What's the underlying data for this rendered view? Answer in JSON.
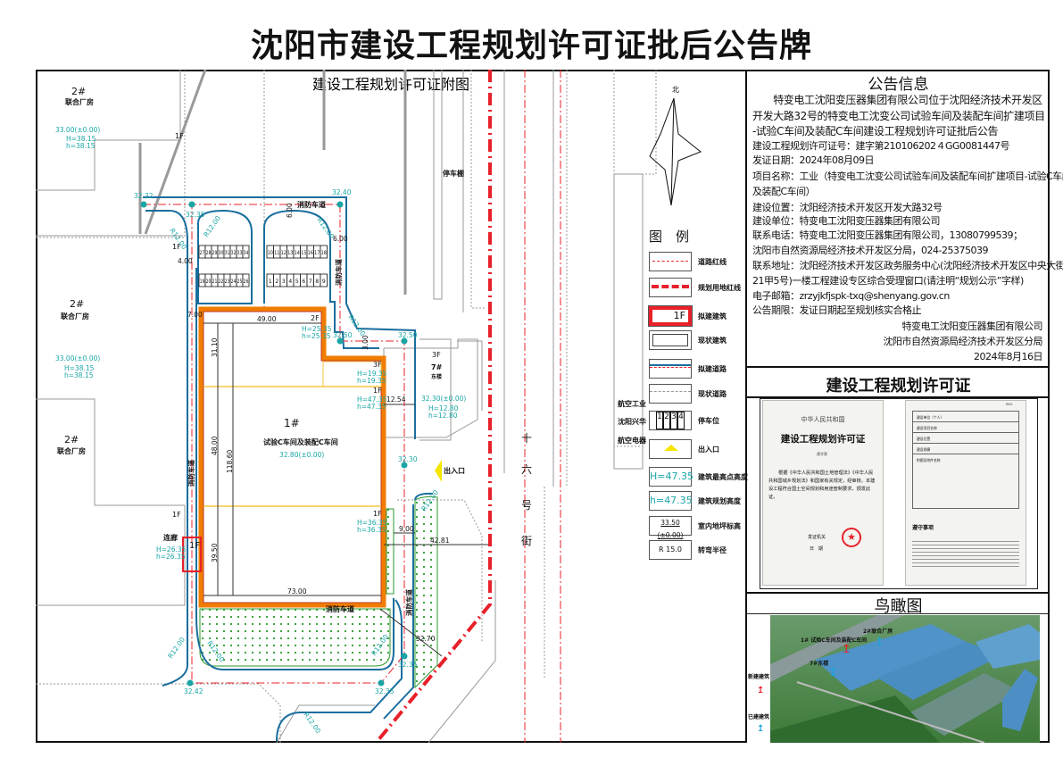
{
  "title": "沈阳市建设工程规划许可证批后公告牌",
  "map": {
    "title": "建设工程规划许可证附图",
    "labels": {
      "b2_a": "2#",
      "b2_a_name": "联合厂房",
      "b2_a_elev": "33.00(±0.00)",
      "b2_a_H": "H=38.15",
      "b2_a_h": "h=38.15",
      "b2_b": "2#",
      "b2_b_name": "联合厂房",
      "b2_b_elev": "33.00(±0.00)",
      "b2_b_H": "H=38.15",
      "b2_b_h": "h=38.15",
      "b2_c": "2#",
      "b2_c_name": "联合厂房",
      "f1a": "1F",
      "f1b": "1F",
      "f1c": "1F",
      "fire_top": "消防车道",
      "fire_right": "消防车道",
      "fire_left": "消防车道",
      "fire_bottom": "消防车道",
      "fire_br": "消防车道",
      "b1": "1#",
      "b1_name": "试验C车间及装配C车间",
      "b1_elev": "32.80(±0.00)",
      "f2": "2F",
      "f2_H": "H=25.35",
      "f2_h": "h=25.35",
      "f3": "3F",
      "f3_H": "H=19.35",
      "f3_h": "h=19.35",
      "f1_H1": "H=47.35",
      "f1_h1": "h=47.35",
      "f1_1": "1F",
      "f1_H2": "H=36.35",
      "f1_h2": "h=36.35",
      "f1_2": "1F",
      "corridor": "连廊",
      "corr_H": "H=26.35",
      "corr_h": "h=26.35",
      "corr_f": "1F",
      "b7": "7#",
      "b7_name": "东楼",
      "b7_f": "3F",
      "b7_elev": "32.30(±0.00)",
      "b7_H": "H=12.80",
      "b7_h": "h=12.80",
      "d49": "49.00",
      "d73": "73.00",
      "d31": "31.10",
      "d48": "48.00",
      "d118": "118.60",
      "d39": "39.50",
      "d12": "12.54",
      "d9": "9.00",
      "d42": "42.81",
      "d6a": "6.00",
      "d6b": "6.00",
      "d4": "4.00",
      "d7": "7.00",
      "d3": "3.00",
      "d32": "32.70",
      "e1": "32.32",
      "e2": "32.35",
      "e3": "32.40",
      "e4": "32.50",
      "e5": "32.50",
      "e6": "32.30",
      "e7": "32.35",
      "e8": "32.42",
      "e9": "32.35",
      "r1": "R12.00",
      "r2": "R12.00",
      "r3": "R12.00",
      "r4": "R12.00",
      "r5": "R12.00",
      "r6": "R12.00",
      "r7": "R12.00",
      "r8": "R12.00",
      "r9": "R12.00",
      "entrance": "出入口",
      "shed": "停车棚",
      "street": [
        "十",
        "六",
        "号",
        "街"
      ],
      "neighbor": [
        "航空工业",
        "沈阳兴华",
        "航空电器"
      ],
      "compass": "北"
    },
    "parking_top_left": [
      "27",
      "28",
      "29",
      "30",
      "31",
      "32",
      "33",
      "34"
    ],
    "parking_bot_left": [
      "19",
      "20",
      "21",
      "22",
      "23",
      "24",
      "25",
      "26"
    ],
    "parking_top_right": [
      "10",
      "11",
      "12",
      "13",
      "14",
      "15",
      "16",
      "17",
      "18"
    ],
    "parking_bot_right": [
      "1",
      "2",
      "3",
      "4",
      "5",
      "6",
      "7",
      "8",
      "9"
    ]
  },
  "legend": {
    "title": "图　例",
    "items": [
      {
        "label": "道路红线"
      },
      {
        "label": "规划用地红线"
      },
      {
        "label": "拟建建筑",
        "sample": "1F"
      },
      {
        "label": "现状建筑"
      },
      {
        "label": "拟建道路"
      },
      {
        "label": "现状道路"
      },
      {
        "label": "停车位",
        "sample": [
          "1",
          "2",
          "3",
          "4"
        ]
      },
      {
        "label": "出入口"
      },
      {
        "label": "建筑最高点高度",
        "sample": "H=47.35"
      },
      {
        "label": "建筑规划高度",
        "sample": "h=47.35"
      },
      {
        "label": "室内地坪标高",
        "sample": "33.50 (±0.00)"
      },
      {
        "label": "转弯半径",
        "sample": "R 15.0"
      }
    ]
  },
  "notice": {
    "title": "公告信息",
    "para": [
      "　　特变电工沈阳变压器集团有限公司位于沈阳经济技术开发区",
      "开发大路32号的特变电工沈变公司试验车间及装配车间扩建项目",
      "-试验C车间及装配C车间建设工程规划许可证批后公告"
    ],
    "lines": [
      "建设工程规划许可证号：建字第210106202４GG0081447号",
      "发证日期：2024年08月09日",
      "项目名称：工业（特变电工沈变公司试验车间及装配车间扩建项目-试验C车间",
      "及装配C车间）",
      "建设位置：沈阳经济技术开发区开发大路32号",
      "建设单位：特变电工沈阳变压器集团有限公司",
      "联系电话：特变电工沈阳变压器集团有限公司，13080799539；",
      "沈阳市自然资源局经济技术开发区分局，024-25375039",
      "联系地址：沈阳经济技术开发区政务服务中心(沈阳经济技术开发区中央大街",
      "21甲5号)一楼工程建设专区综合受理窗口(请注明“规划公示”字样)",
      "电子邮箱：zrzyjkfjspk-txq@shenyang.gov.cn",
      "公告期限：发证日期起至规划核实合格止"
    ],
    "sign1": "特变电工沈阳变压器集团有限公司",
    "sign2": "沈阳市自然资源局经济技术开发区分局",
    "date": "2024年8月16日"
  },
  "permit": {
    "title": "建设工程规划许可证",
    "left": {
      "country": "中华人民共和国",
      "name": "建设工程规划许可证",
      "no_label": "建字第",
      "body": "根据《中华人民共和国土地管理法》《中华人民共和国城乡规划法》和国家有关规定，经审核，本建设工程符合国土空间规划和用途管制要求，颁发此证。",
      "issuer": "发证机关",
      "date": "日　期"
    },
    "right": {
      "no": "NO.",
      "rows": [
        "建设单位（个人）",
        "建设项目名称",
        "建设位置",
        "建设规模"
      ],
      "attach": "附图及附件名称",
      "notice_title": "遵守事项"
    }
  },
  "aerial": {
    "title": "鸟瞰图",
    "new_label": "新建建筑",
    "existing_label": "已建建筑",
    "tags": [
      "1#  试验C车间及装配C车间",
      "2#联合厂房",
      "7#东楼"
    ],
    "colors": {
      "new": "#e8202a",
      "existing": "#1aa3dd"
    }
  },
  "colors": {
    "red_line": "#e8202a",
    "road_blue": "#1a6e9e",
    "building_orange": "#f07d00",
    "teal": "#1aa5a5",
    "green": "#2b9a2b"
  }
}
